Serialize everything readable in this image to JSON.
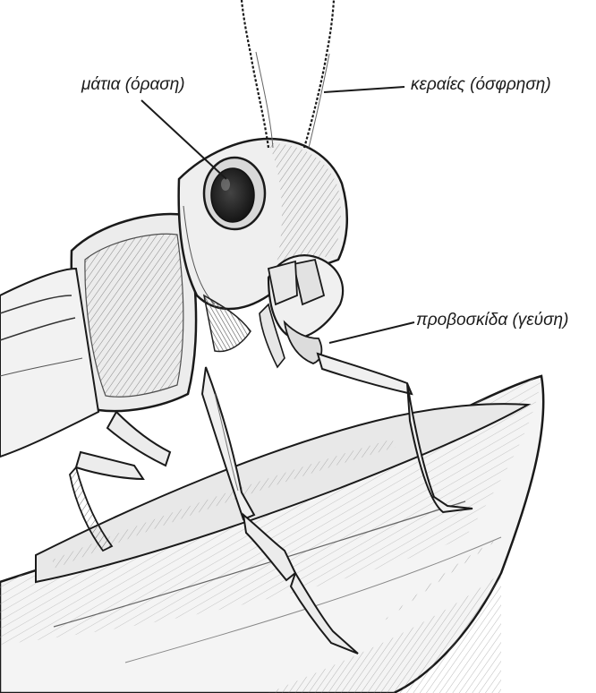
{
  "labels": {
    "eyes": "μάτια (όραση)",
    "antennae": "κεραίες (όσφρηση)",
    "proboscis": "προβοσκίδα (γεύση)"
  },
  "illustration": {
    "subject": "grasshopper",
    "style": "black-and-white pencil sketch",
    "stroke_color": "#1a1a1a",
    "shade_color": "#8a8a8a",
    "dark_color": "#222222"
  }
}
